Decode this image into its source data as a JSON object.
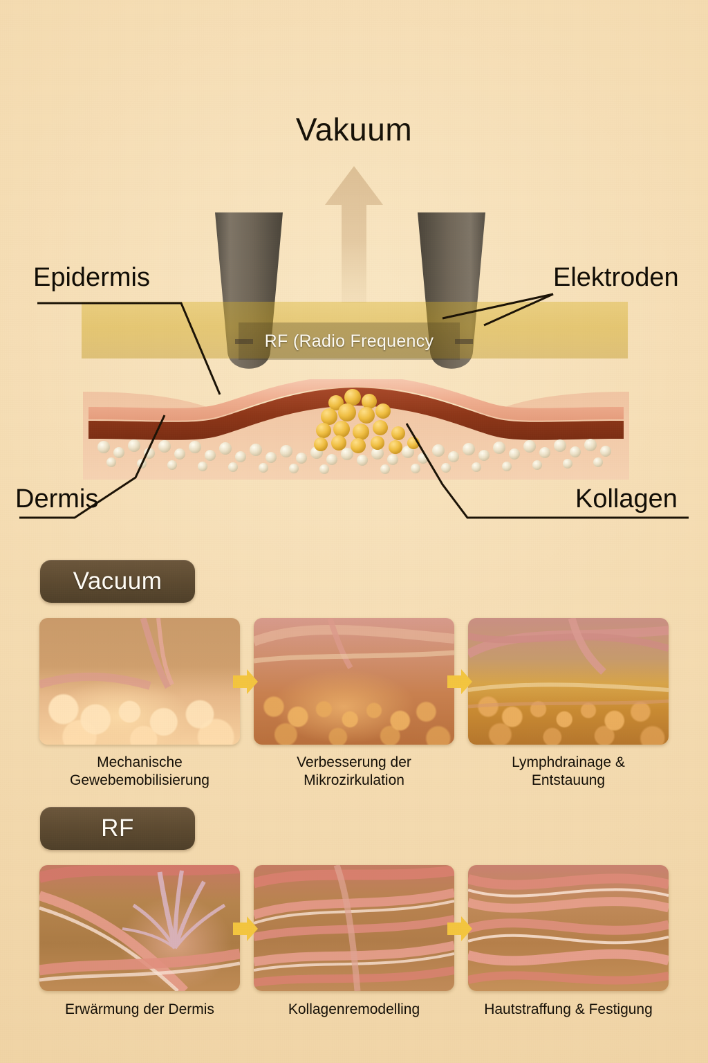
{
  "theme": {
    "background": "#f5ddb4",
    "text": "#130e06",
    "badge_bg": "#5b4930",
    "badge_text": "#fffdf7",
    "arrow_accent": "#f5c842",
    "rf_band": "#d0a820",
    "electrode": "#6d6455",
    "epidermis_layer": "#f0b49a",
    "dermis_layer": "#9e3f22",
    "collagen_sphere": "#efe6cf",
    "fat_lobule": "#e8b54a"
  },
  "diagram": {
    "title": "Vakuum",
    "rf_band_label": "RF (Radio Frequency",
    "callouts": [
      {
        "id": "epidermis",
        "label": "Epidermis"
      },
      {
        "id": "elektroden",
        "label": "Elektroden"
      },
      {
        "id": "dermis",
        "label": "Dermis"
      },
      {
        "id": "kollagen",
        "label": "Kollagen"
      }
    ]
  },
  "sections": [
    {
      "id": "vacuum",
      "badge": "Vacuum",
      "steps": [
        {
          "caption_line1": "Mechanische",
          "caption_line2": "Gewebemobilisierung"
        },
        {
          "caption_line1": "Verbesserung der",
          "caption_line2": "Mikrozirkulation"
        },
        {
          "caption_line1": "Lymphdrainage &",
          "caption_line2": "Entstauung"
        }
      ]
    },
    {
      "id": "rf",
      "badge": "RF",
      "steps": [
        {
          "caption_line1": "Erwärmung der Dermis",
          "caption_line2": ""
        },
        {
          "caption_line1": "Kollagenremodelling",
          "caption_line2": ""
        },
        {
          "caption_line1": "Hautstraffung & Festigung",
          "caption_line2": ""
        }
      ]
    }
  ]
}
